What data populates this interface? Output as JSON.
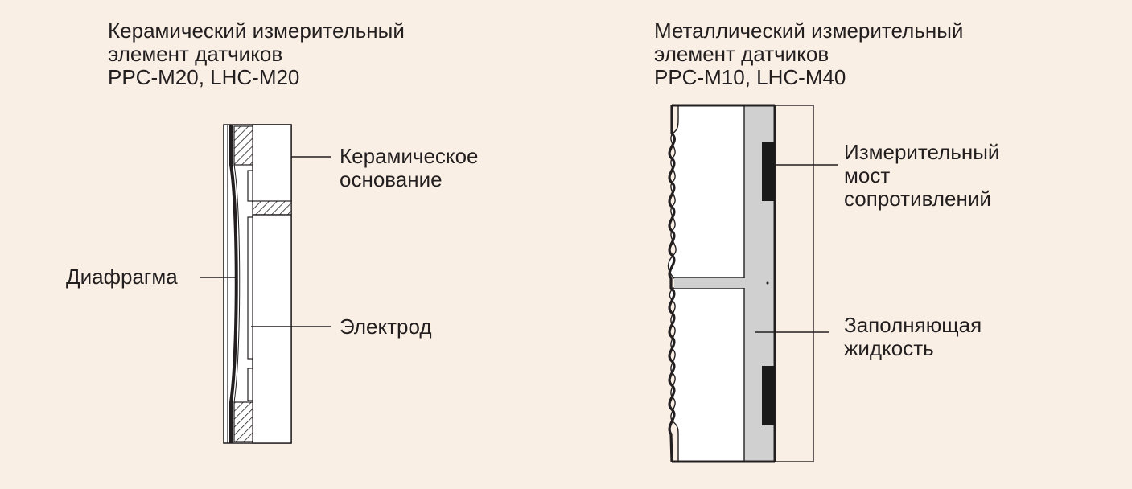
{
  "ceramic": {
    "title_lines": [
      "Керамический измерительный",
      "элемент датчиков",
      "PPC-M20, LHC-M20"
    ],
    "labels": {
      "base": [
        "Керамическое",
        "основание"
      ],
      "diaphragm": "Диафрагма",
      "electrode": "Электрод"
    }
  },
  "metal": {
    "title_lines": [
      "Металлический измерительный",
      "элемент датчиков",
      "PPC-M10, LHC-M40"
    ],
    "labels": {
      "bridge": [
        "Измерительный",
        "мост",
        "сопротивлений"
      ],
      "fluid": [
        "Заполняющая",
        "жидкость"
      ]
    }
  },
  "colors": {
    "background": "#FAEFE4",
    "line": "#231F20",
    "fill_white": "#FFFFFF",
    "fill_fluid": "#D0D0D0",
    "fill_black": "#1A1A1A"
  }
}
